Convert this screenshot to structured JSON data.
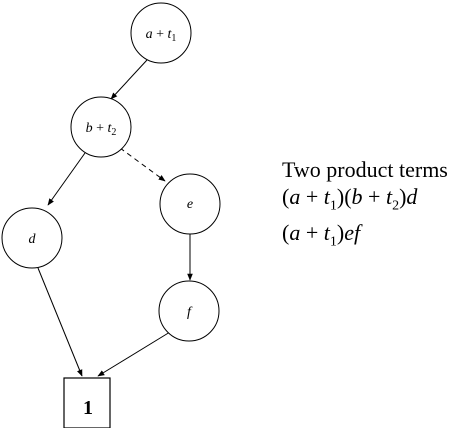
{
  "diagram": {
    "nodes": [
      {
        "id": "a",
        "label": "a + t1"
      },
      {
        "id": "b",
        "label": "b + t2"
      },
      {
        "id": "d",
        "label": "d"
      },
      {
        "id": "e",
        "label": "e"
      },
      {
        "id": "f",
        "label": "f"
      }
    ],
    "terminal": {
      "label": "1"
    },
    "edges": [
      {
        "from": "a",
        "to": "b",
        "style": "solid"
      },
      {
        "from": "b",
        "to": "d",
        "style": "solid"
      },
      {
        "from": "b",
        "to": "e",
        "style": "dashed"
      },
      {
        "from": "e",
        "to": "f",
        "style": "solid"
      },
      {
        "from": "d",
        "to": "terminal",
        "style": "solid"
      },
      {
        "from": "f",
        "to": "terminal",
        "style": "solid"
      }
    ]
  },
  "product_terms": {
    "heading": "Two product terms",
    "term1": "(a + t1)(b + t2)d",
    "term2": "(a + t1)ef"
  }
}
